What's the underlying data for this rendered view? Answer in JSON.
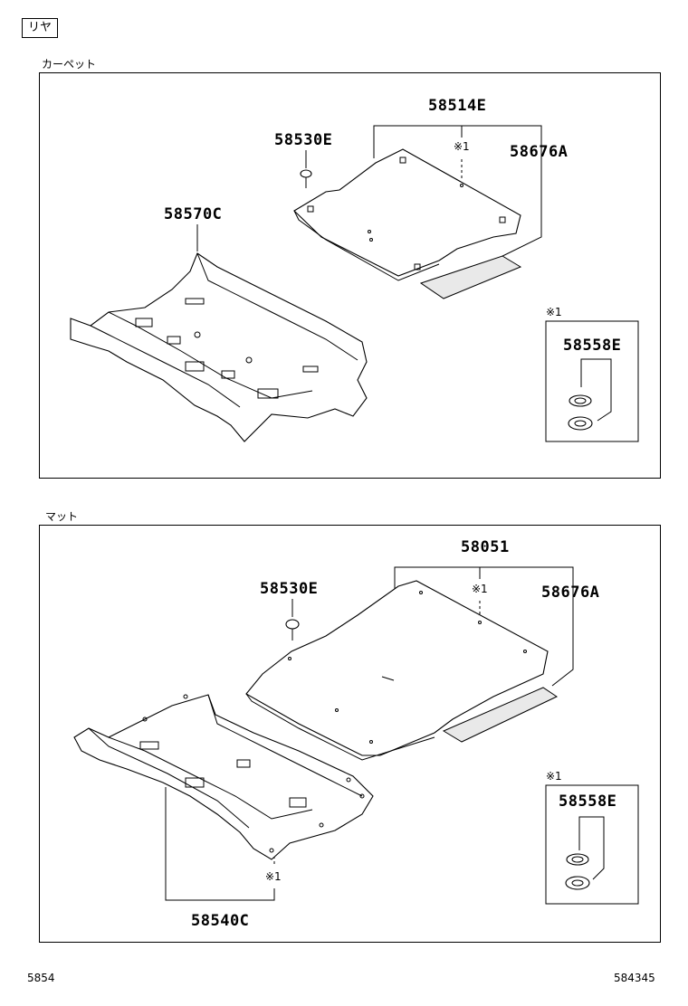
{
  "page": {
    "tag": "リヤ",
    "footer_left": "5854",
    "footer_right": "584345"
  },
  "sections": [
    {
      "title": "カーペット",
      "labels": {
        "a": "58514E",
        "b": "58530E",
        "c": "58676A",
        "d": "58570C",
        "note_top": "※1",
        "inset_note": "※1",
        "inset_part": "58558E"
      }
    },
    {
      "title": "マット",
      "labels": {
        "a": "58051",
        "b": "58530E",
        "c": "58676A",
        "d": "58540C",
        "note_top": "※1",
        "note_bottom": "※1",
        "inset_note": "※1",
        "inset_part": "58558E"
      }
    }
  ]
}
